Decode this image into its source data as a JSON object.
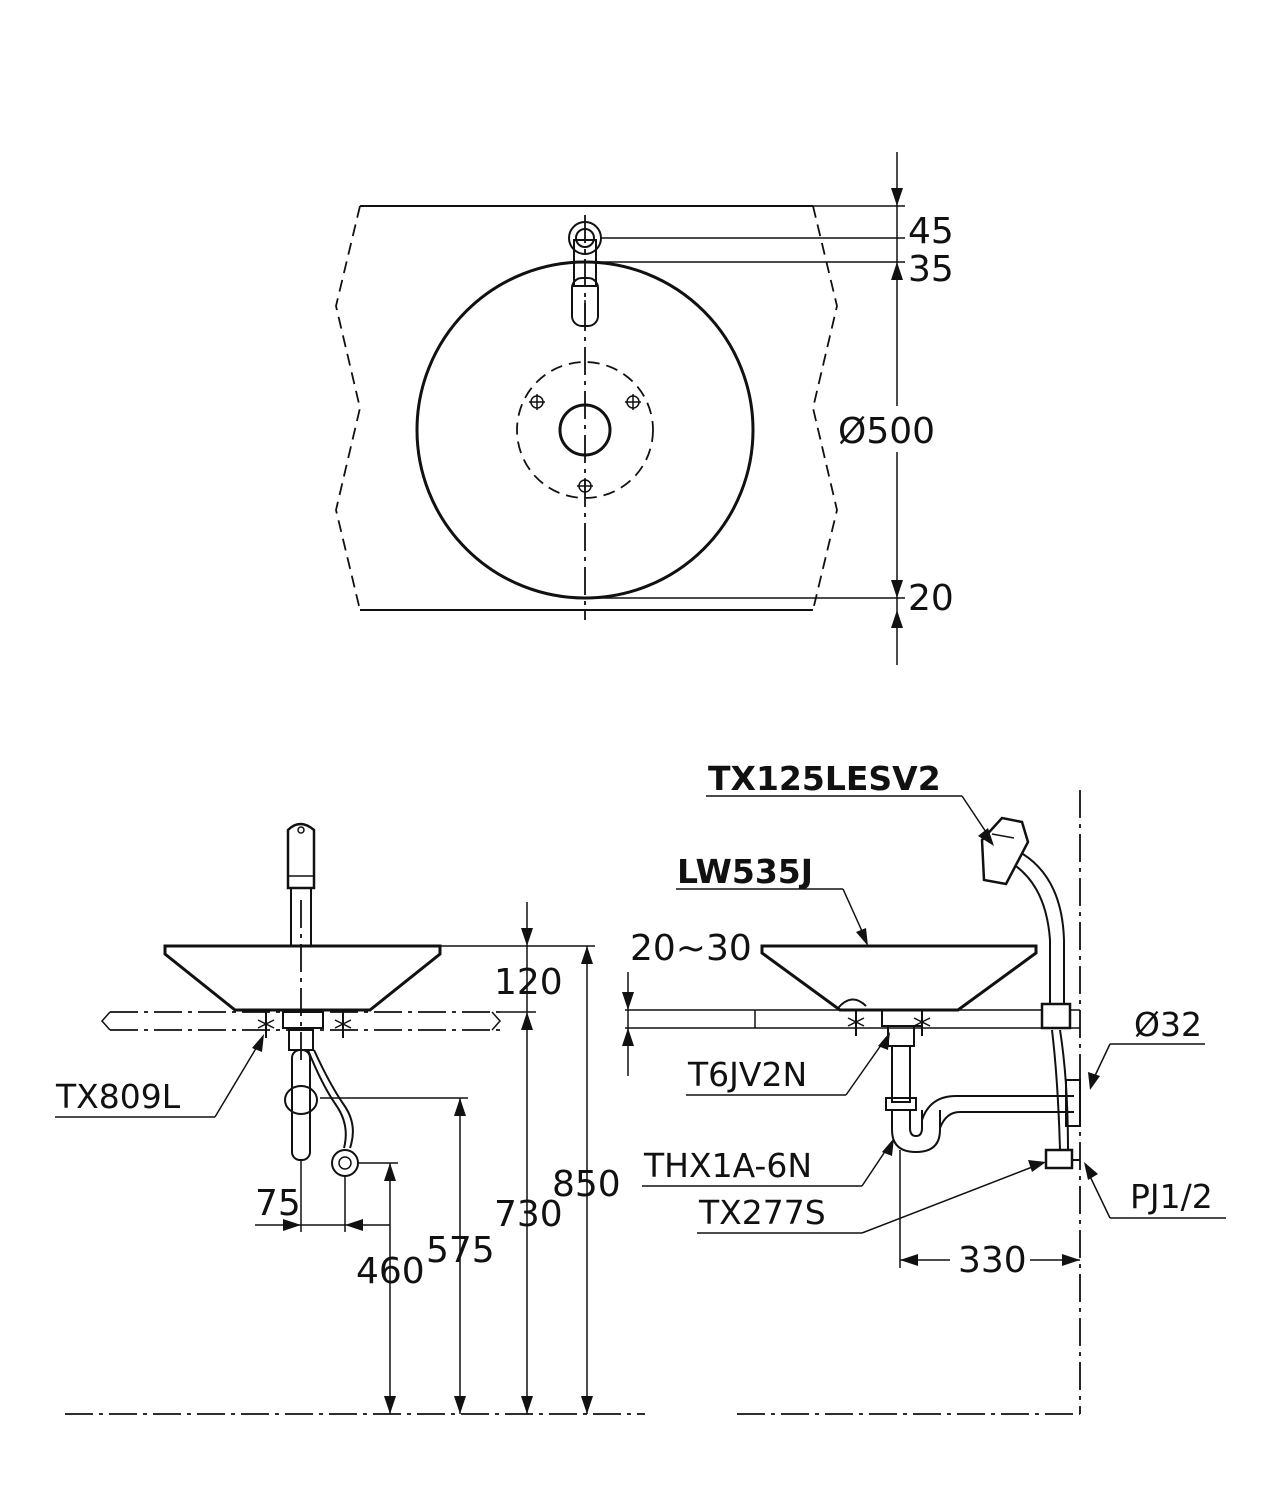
{
  "plan_view": {
    "dims": {
      "d45": "45",
      "d35": "35",
      "diameter": "Ø500",
      "d20": "20"
    }
  },
  "front_view": {
    "part_label": "TX809L",
    "dims": {
      "d120": "120",
      "d850": "850",
      "d730": "730",
      "d575": "575",
      "d460": "460",
      "d75": "75"
    }
  },
  "side_view": {
    "labels": {
      "faucet": "TX125LESV2",
      "basin": "LW535J",
      "waste": "T6JV2N",
      "trap": "THX1A-6N",
      "stop_valve": "TX277S",
      "outlet_size": "Ø32",
      "inlet_size": "PJ1/2"
    },
    "dims": {
      "counter_range": "20~30",
      "d330": "330"
    }
  }
}
